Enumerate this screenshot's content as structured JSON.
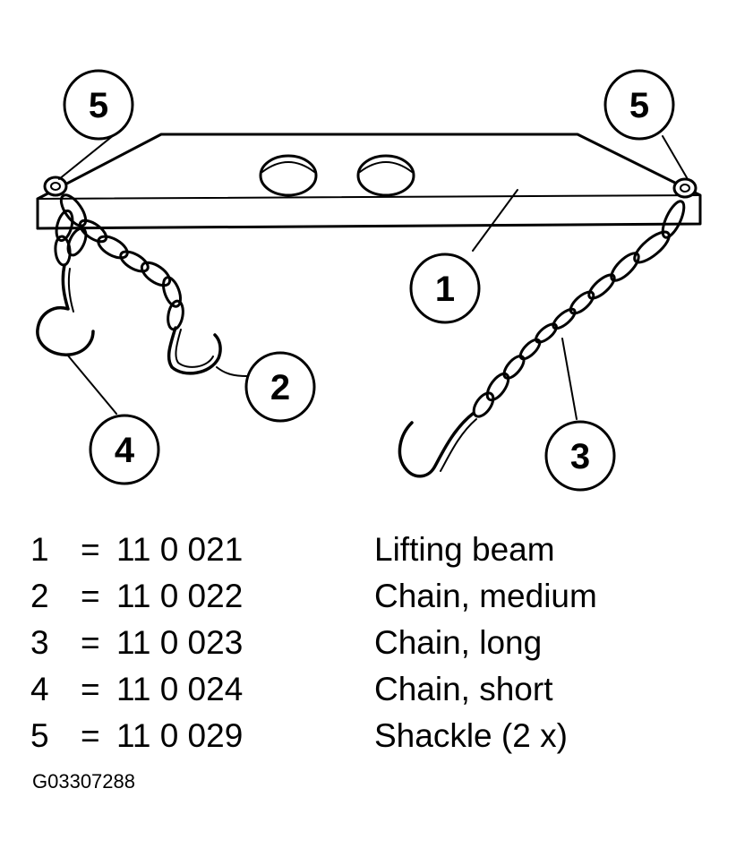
{
  "callouts": {
    "beam": "1",
    "chain_medium": "2",
    "chain_long": "3",
    "chain_short": "4",
    "shackle_left": "5",
    "shackle_right": "5"
  },
  "legend": [
    {
      "num": "1",
      "eq": "=",
      "code": "11 0 021",
      "desc": "Lifting beam"
    },
    {
      "num": "2",
      "eq": "=",
      "code": "11 0 022",
      "desc": "Chain, medium"
    },
    {
      "num": "3",
      "eq": "=",
      "code": "11 0 023",
      "desc": "Chain, long"
    },
    {
      "num": "4",
      "eq": "=",
      "code": "11 0 024",
      "desc": "Chain, short"
    },
    {
      "num": "5",
      "eq": "=",
      "code": "11 0 029",
      "desc": "Shackle (2 x)"
    }
  ],
  "figure_code": "G03307288",
  "colors": {
    "ink": "#000000",
    "paper": "#ffffff"
  }
}
